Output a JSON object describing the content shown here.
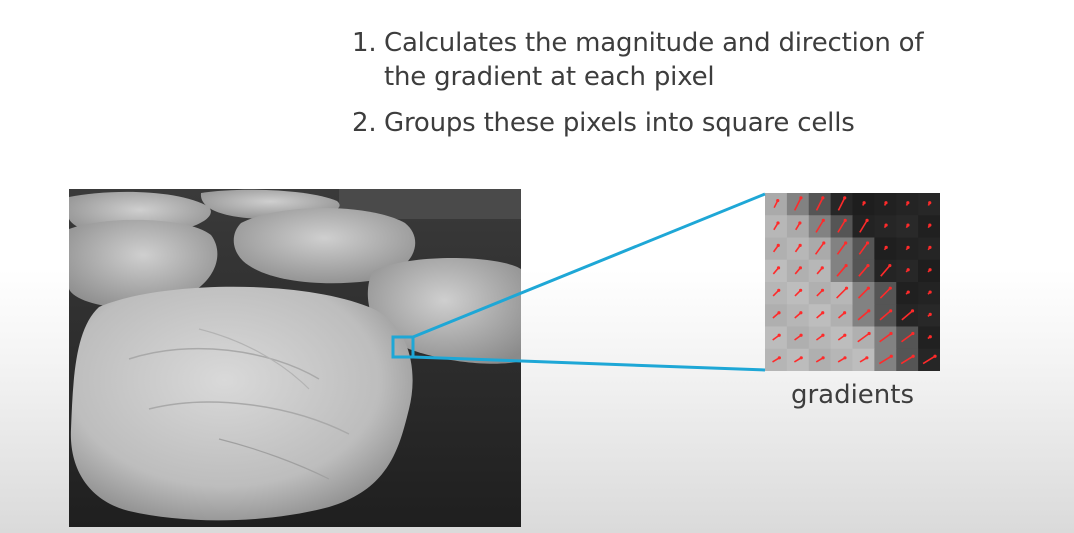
{
  "steps": [
    {
      "number": "1.",
      "text": "Calculates the magnitude and direction of the gradient at each pixel"
    },
    {
      "number": "2.",
      "text": "Groups these pixels into square cells"
    }
  ],
  "gradient_grid": {
    "caption": "gradients",
    "rows": 8,
    "cols": 8
  },
  "colors": {
    "connector": "#1ea7d6",
    "arrow": "#ff2a2a",
    "text": "#3d3d3d"
  }
}
